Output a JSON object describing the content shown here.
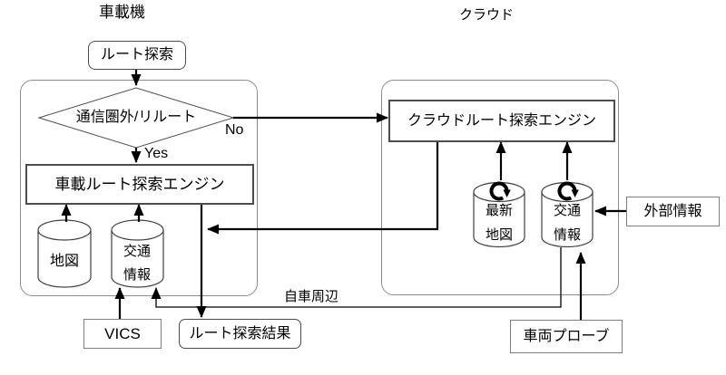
{
  "diagram": {
    "background": "#ffffff",
    "line_color": "#000000",
    "box_border_color": "#4d4d4d",
    "container_border_color": "#8c8c8c"
  },
  "vehicle": {
    "title": "車載機",
    "route_search": "ルート探索",
    "decision": "通信圏外/リルート",
    "yes": "Yes",
    "no": "No",
    "engine": "車載ルート探索エンジン",
    "map_db": "地図",
    "traffic_db": [
      "交通",
      "情報"
    ],
    "vics": "VICS",
    "route_result": "ルート探索結果"
  },
  "cloud": {
    "title": "クラウド",
    "engine": "クラウドルート探索エンジン",
    "latest_map_db": [
      "最新",
      "地図"
    ],
    "traffic_db": [
      "交通",
      "情報"
    ],
    "external_info": "外部情報",
    "vehicle_probe": "車両プローブ"
  },
  "labels": {
    "own_vehicle_vicinity": "自車周辺"
  }
}
